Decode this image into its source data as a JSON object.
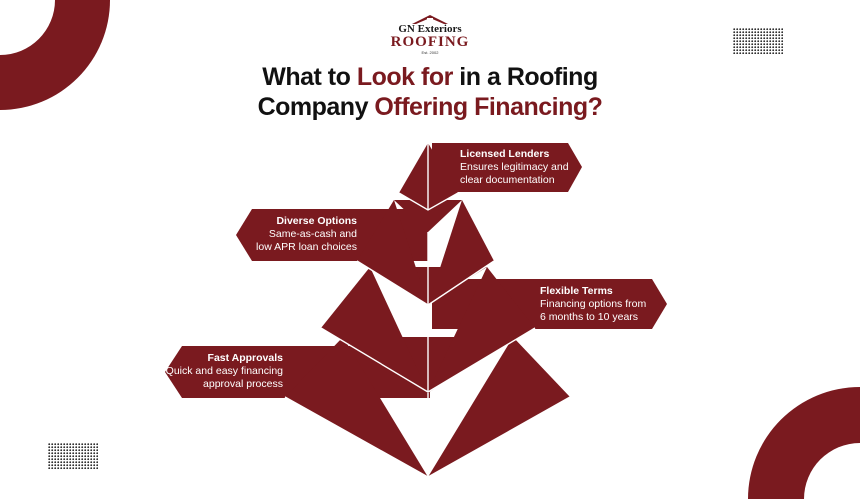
{
  "logo": {
    "top": "GN Exteriors",
    "main": "ROOFING",
    "sub": "Est. 2002"
  },
  "title": {
    "line1_a": "What to ",
    "line1_accent": "Look for",
    "line1_b": " in a Roofing",
    "line2_a": "Company ",
    "line2_accent": "Offering Financing?"
  },
  "levels": [
    {
      "name": "Licensed Lenders",
      "desc_line1": "Ensures legitimacy and",
      "desc_line2": "clear documentation"
    },
    {
      "name": "Diverse Options",
      "desc_line1": "Same-as-cash and",
      "desc_line2": "low APR loan choices"
    },
    {
      "name": "Flexible Terms",
      "desc_line1": "Financing options from",
      "desc_line2": "6 months to 10 years"
    },
    {
      "name": "Fast Approvals",
      "desc_line1": "Quick and easy financing",
      "desc_line2": "approval process"
    }
  ],
  "colors": {
    "maroon": "#7a1a1f",
    "dark": "#111111",
    "white": "#ffffff"
  }
}
